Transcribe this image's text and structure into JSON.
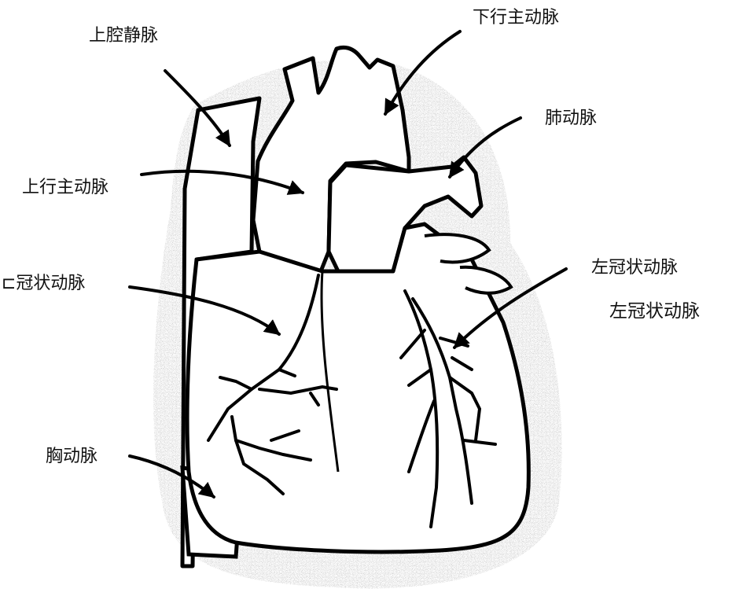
{
  "labels": {
    "superior_vena_cava": "上腔静脉",
    "descending_aorta": "下行主动脉",
    "pulmonary_artery": "肺动脉",
    "ascending_aorta": "上行主动脉",
    "right_coronary_artery": "⊏冠状动脉",
    "left_coronary_artery": "左冠状动脉",
    "left_coronary_artery_dup": "左冠状动脉",
    "thoracic_artery": "胸动脉"
  },
  "colors": {
    "stroke": "#000000",
    "fill": "#ffffff",
    "shade": "#7a7a7a"
  }
}
